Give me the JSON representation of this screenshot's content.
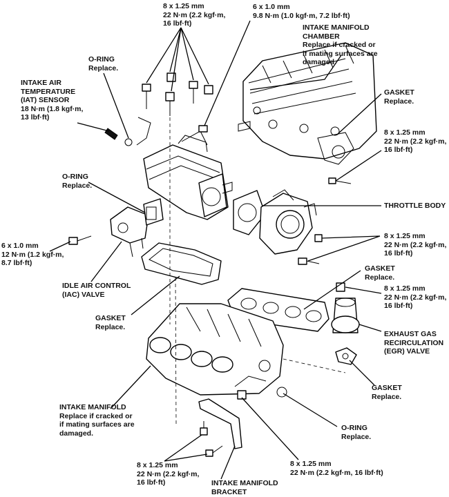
{
  "labels": {
    "bolt_top_8x125": [
      "8 x 1.25 mm",
      "22 N·m (2.2 kgf·m,",
      "16 lbf·ft)"
    ],
    "bolt_top_6x10": [
      "6 x 1.0 mm",
      "9.8 N·m (1.0 kgf·m, 7.2 lbf·ft)"
    ],
    "intake_manifold_chamber": [
      "INTAKE MANIFOLD",
      "CHAMBER",
      "Replace if cracked or",
      "if mating surfaces are",
      "damaged."
    ],
    "o_ring_top": [
      "O-RING",
      "Replace."
    ],
    "iat_sensor": [
      "INTAKE AIR",
      "TEMPERATURE",
      "(IAT) SENSOR",
      "18 N·m (1.8 kgf·m,",
      "13 lbf·ft)"
    ],
    "gasket_right_top": [
      "GASKET",
      "Replace."
    ],
    "bolt_right_upper": [
      "8 x 1.25 mm",
      "22 N·m (2.2 kgf·m,",
      "16 lbf·ft)"
    ],
    "o_ring_left": [
      "O-RING",
      "Replace."
    ],
    "throttle_body": [
      "THROTTLE BODY"
    ],
    "bolt_left_6x10": [
      "6 x 1.0 mm",
      "12 N·m (1.2 kgf·m,",
      "8.7 lbf·ft)"
    ],
    "bolt_right_mid": [
      "8 x 1.25 mm",
      "22 N·m (2.2 kgf·m,",
      "16 lbf·ft)"
    ],
    "iac_valve": [
      "IDLE AIR CONTROL",
      "(IAC) VALVE"
    ],
    "gasket_right_mid": [
      "GASKET",
      "Replace."
    ],
    "bolt_egr": [
      "8 x 1.25 mm",
      "22 N·m (2.2 kgf·m,",
      "16 lbf·ft)"
    ],
    "gasket_left": [
      "GASKET",
      "Replace."
    ],
    "egr_valve": [
      "EXHAUST GAS",
      "RECIRCULATION",
      "(EGR) VALVE"
    ],
    "gasket_egr": [
      "GASKET",
      "Replace."
    ],
    "intake_manifold": [
      "INTAKE MANIFOLD",
      "Replace if cracked or",
      "if mating surfaces are",
      "damaged."
    ],
    "o_ring_bottom": [
      "O-RING",
      "Replace."
    ],
    "bolt_bottom_left": [
      "8 x 1.25 mm",
      "22 N·m (2.2 kgf·m,",
      "16 lbf·ft)"
    ],
    "bolt_bottom_right": [
      "8 x 1.25 mm",
      "22 N·m (2.2 kgf·m, 16 lbf·ft)"
    ],
    "intake_manifold_bracket": [
      "INTAKE MANIFOLD",
      "BRACKET"
    ]
  },
  "colors": {
    "ink": "#000000",
    "paper": "#ffffff"
  }
}
